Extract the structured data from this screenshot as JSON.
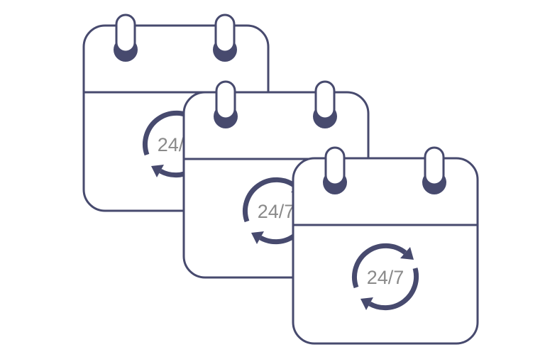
{
  "illustration": {
    "calendars": [
      {
        "label": "24/7"
      },
      {
        "label": "24/7"
      },
      {
        "label": "24/7"
      }
    ],
    "icons": [
      "calendar-icon",
      "repeat-cycle-icon"
    ],
    "colors": {
      "outline": "#474a6e",
      "text": "#8a8a8a",
      "background": "#ffffff"
    }
  }
}
